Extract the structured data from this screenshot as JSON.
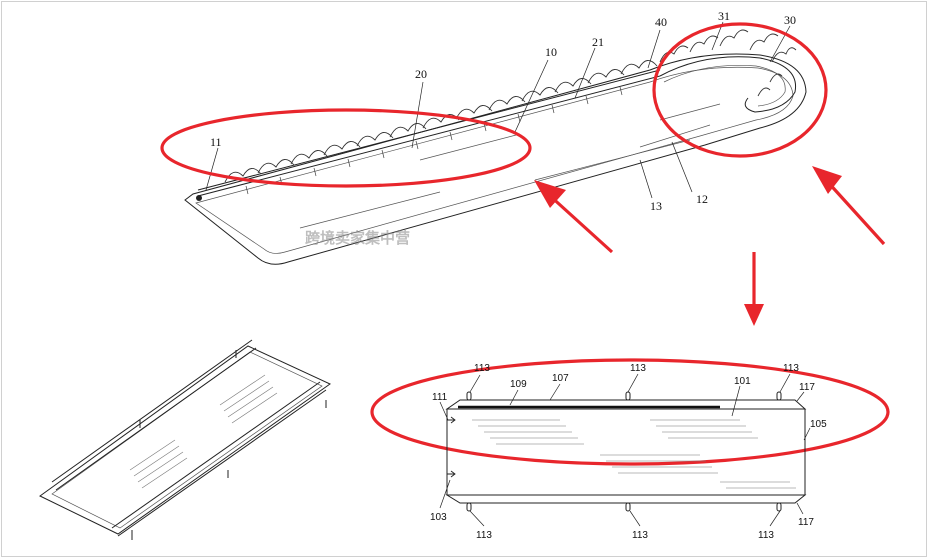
{
  "figure_top": {
    "labels": {
      "l11": "11",
      "l20": "20",
      "l10": "10",
      "l21": "21",
      "l40": "40",
      "l31": "31",
      "l30": "30",
      "l12": "12",
      "l13": "13"
    },
    "watermark": "跨境卖家集中营"
  },
  "figure_bottom_right": {
    "labels": {
      "l113a": "113",
      "l109": "109",
      "l107": "107",
      "l113b": "113",
      "l101": "101",
      "l113c": "113",
      "l117a": "117",
      "l111": "111",
      "l105": "105",
      "l103": "103",
      "l113d": "113",
      "l113e": "113",
      "l113f": "113",
      "l117b": "117"
    }
  },
  "colors": {
    "highlight": "#e8262c",
    "line": "#222222",
    "watermark": "#8a8a8a"
  }
}
